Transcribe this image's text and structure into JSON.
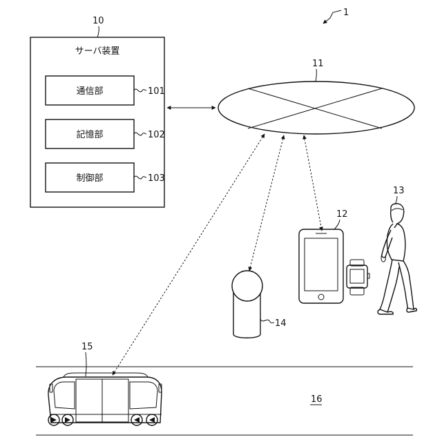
{
  "figure_ref": "1",
  "server": {
    "ref": "10",
    "title": "サーバ装置",
    "units": [
      {
        "label": "通信部",
        "ref": "101"
      },
      {
        "label": "記憶部",
        "ref": "102"
      },
      {
        "label": "制御部",
        "ref": "103"
      }
    ]
  },
  "network_ref": "11",
  "terminal_ref": "12",
  "user_ref": "13",
  "device_ref": "14",
  "vehicle_ref": "15",
  "road_ref": "16"
}
